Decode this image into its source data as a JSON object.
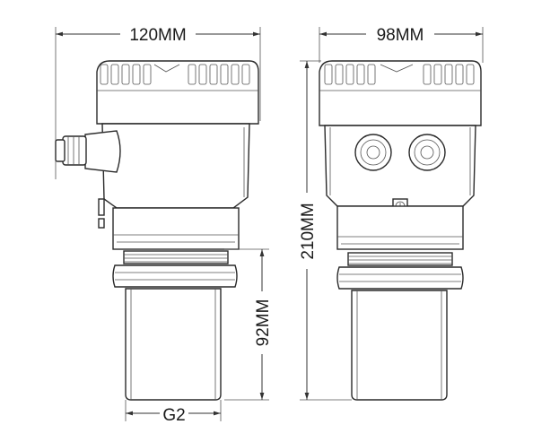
{
  "dimensions": {
    "left_width": "120MM",
    "right_width": "98MM",
    "total_height": "210MM",
    "probe_height": "92MM",
    "thread": "G2"
  }
}
